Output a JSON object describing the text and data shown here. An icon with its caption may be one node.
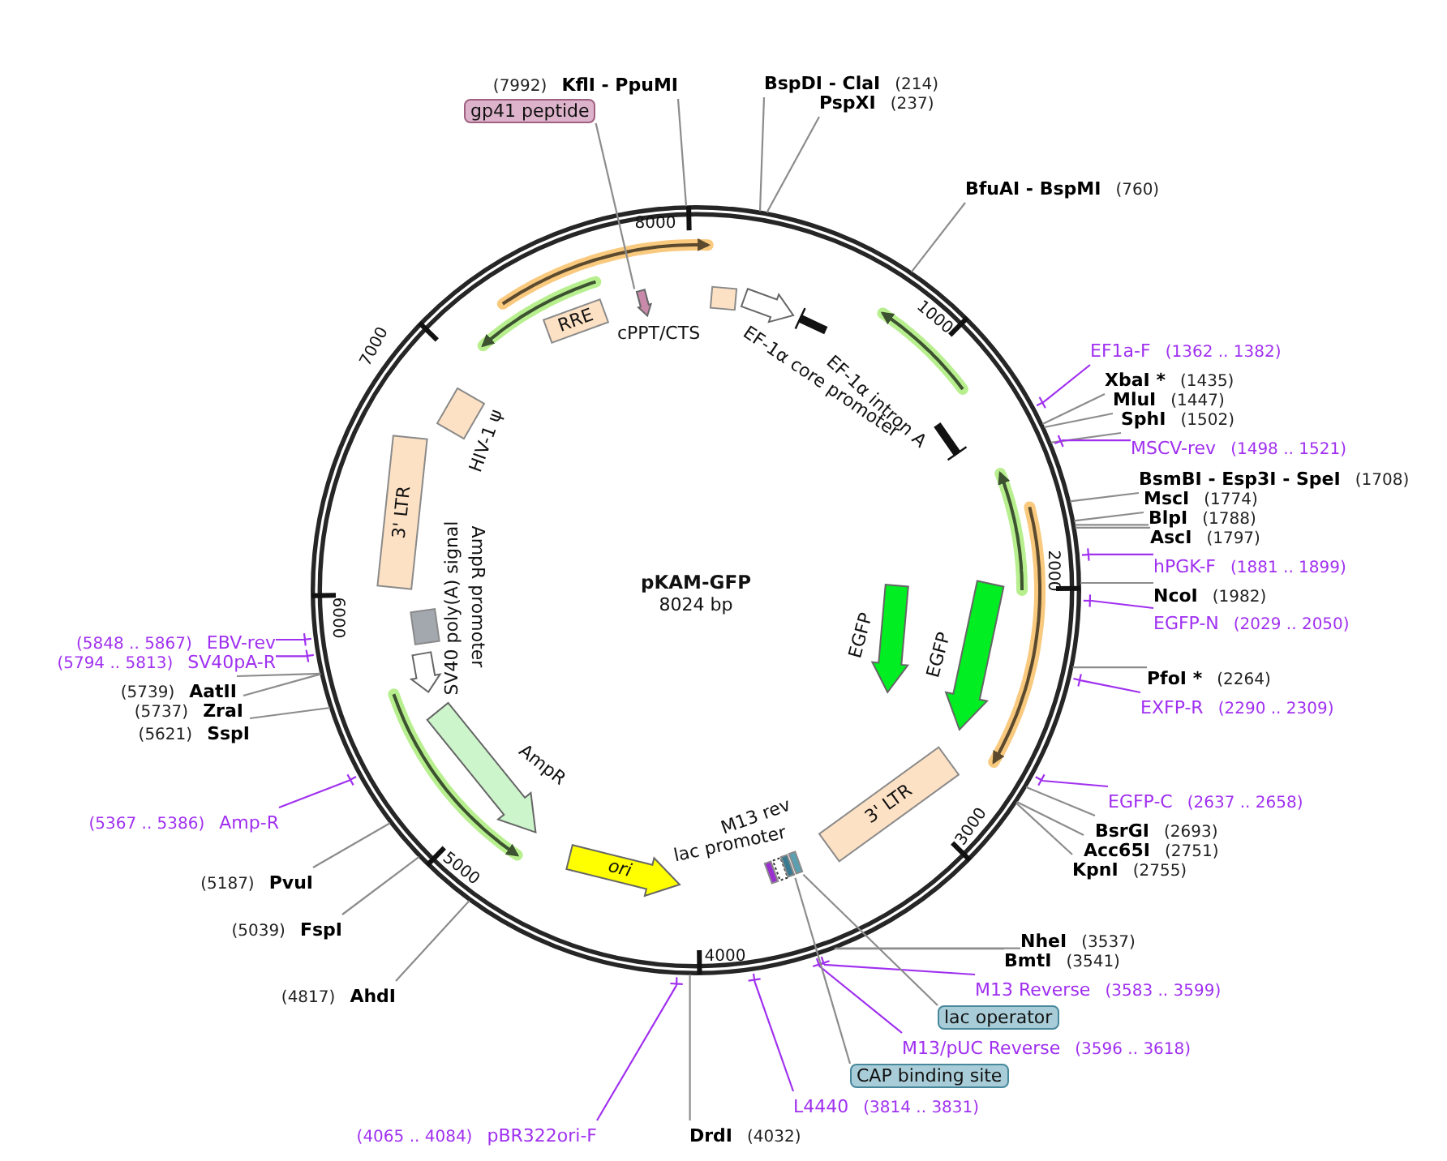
{
  "diagram": {
    "title": "pKAM-GFP",
    "nodes": [
      {
        "text": [
          "(7992)",
          "KflI - PpuMI"
        ]
      },
      {
        "text": [
          "BspDI - ClaI",
          "(214)"
        ]
      },
      {
        "text": [
          "PspXI",
          "(237)"
        ]
      },
      {
        "text": [
          "BfuAI - BspMI",
          "(760)"
        ]
      },
      {
        "text": [
          "EF1a-F",
          "(1362 .. 1382)"
        ]
      },
      {
        "text": [
          "XbaI *",
          "(1435)"
        ]
      },
      {
        "text": [
          "MluI",
          "(1447)"
        ]
      },
      {
        "text": [
          "SphI",
          "(1502)"
        ]
      },
      {
        "text": [
          "MSCV-rev",
          "(1498 .. 1521)"
        ]
      },
      {
        "text": [
          "BsmBI - Esp3I - SpeI",
          "(1708)"
        ]
      },
      {
        "text": [
          "MscI",
          "(1774)"
        ]
      },
      {
        "text": [
          "BlpI",
          "(1788)"
        ]
      },
      {
        "text": [
          "AscI",
          "(1797)"
        ]
      },
      {
        "text": [
          "hPGK-F",
          "(1881 .. 1899)"
        ]
      },
      {
        "text": [
          "NcoI",
          "(1982)"
        ]
      },
      {
        "text": [
          "EGFP-N",
          "(2029 .. 2050)"
        ]
      },
      {
        "text": [
          "PfoI *",
          "(2264)"
        ]
      },
      {
        "text": [
          "EXFP-R",
          "(2290 .. 2309)"
        ]
      },
      {
        "text": [
          "EGFP-C",
          "(2637 .. 2658)"
        ]
      },
      {
        "text": [
          "BsrGI",
          "(2693)"
        ]
      },
      {
        "text": [
          "Acc65I",
          "(2751)"
        ]
      },
      {
        "text": [
          "KpnI",
          "(2755)"
        ]
      },
      {
        "text": [
          "NheI",
          "(3537)"
        ]
      },
      {
        "text": [
          "BmtI",
          "(3541)"
        ]
      },
      {
        "text": [
          "M13 Reverse",
          "(3583 .. 3599)"
        ]
      },
      {
        "text": [
          "lac operator"
        ]
      },
      {
        "text": [
          "M13/pUC Reverse",
          "(3596 .. 3618)"
        ]
      },
      {
        "text": [
          "CAP binding site"
        ]
      },
      {
        "text": [
          "L4440",
          "(3814 .. 3831)"
        ]
      },
      {
        "text": [
          "DrdI",
          "(4032)"
        ]
      },
      {
        "text": [
          "(4065 .. 4084)",
          "pBR322ori-F"
        ]
      },
      {
        "text": [
          "(4817)",
          "AhdI"
        ]
      },
      {
        "text": [
          "(5039)",
          "FspI"
        ]
      },
      {
        "text": [
          "(5187)",
          "PvuI"
        ]
      },
      {
        "text": [
          "(5367 .. 5386)",
          "Amp-R"
        ]
      },
      {
        "text": [
          "(5621)",
          "SspI"
        ]
      },
      {
        "text": [
          "(5737)",
          "ZraI"
        ]
      },
      {
        "text": [
          "(5739)",
          "AatII"
        ]
      },
      {
        "text": [
          "(5794 .. 5813)",
          "SV40pA-R"
        ]
      },
      {
        "text": [
          "(5848 .. 5867)",
          "EBV-rev"
        ]
      },
      {
        "text": [
          "gp41 peptide"
        ]
      },
      {
        "text": [
          "RRE"
        ]
      },
      {
        "text": [],
        "shape": "arrow"
      },
      {
        "text": [],
        "shape": "box",
        "beside": [
          "cPPT/CTS"
        ]
      },
      {
        "text": [],
        "shape": "arrow",
        "beside": [
          "EF-1α core promoter"
        ]
      },
      {
        "text": [
          "EF-1α intron A"
        ]
      },
      {
        "text": [],
        "shape": "arrow",
        "beside": [
          "EGFP"
        ]
      },
      {
        "text": [],
        "shape": "arrow",
        "beside": [
          "EGFP"
        ]
      },
      {
        "text": [
          "3' LTR"
        ]
      },
      {
        "text": [],
        "shape": "box",
        "beside": [
          "M13 rev"
        ]
      },
      {
        "text": [],
        "shape": "box",
        "beside": [
          "lac promoter"
        ]
      },
      {
        "text": [],
        "shape": "box"
      },
      {
        "text": [],
        "shape": "box"
      },
      {
        "text": [
          "ori"
        ]
      },
      {
        "text": [],
        "shape": "arrow",
        "beside": [
          "AmpR"
        ]
      },
      {
        "text": [],
        "shape": "arrow",
        "beside": [
          "AmpR promoter"
        ]
      },
      {
        "text": [],
        "shape": "box",
        "beside": [
          "SV40 poly(A) signal"
        ]
      },
      {
        "text": [
          "3' LTR"
        ]
      },
      {
        "text": [],
        "shape": "box",
        "beside": [
          "HIV-1 ψ"
        ]
      }
    ],
    "edges": [
      {
        "from": 0,
        "to": null,
        "arrow": "none"
      },
      {
        "from": 1,
        "to": null,
        "arrow": "none"
      },
      {
        "from": 2,
        "to": null,
        "arrow": "none"
      },
      {
        "from": 3,
        "to": null,
        "arrow": "none"
      },
      {
        "from": 4,
        "to": null,
        "arrow": "none",
        "color": "#a030f0"
      },
      {
        "from": 5,
        "to": null,
        "arrow": "none"
      },
      {
        "from": 6,
        "to": null,
        "arrow": "none"
      },
      {
        "from": 7,
        "to": null,
        "arrow": "none"
      },
      {
        "from": 8,
        "to": null,
        "arrow": "none",
        "color": "#a030f0"
      },
      {
        "from": 9,
        "to": null,
        "arrow": "none"
      },
      {
        "from": 10,
        "to": null,
        "arrow": "none"
      },
      {
        "from": 11,
        "to": null,
        "arrow": "none"
      },
      {
        "from": 12,
        "to": null,
        "arrow": "none"
      },
      {
        "from": 13,
        "to": null,
        "arrow": "none",
        "color": "#a030f0"
      },
      {
        "from": 14,
        "to": null,
        "arrow": "none"
      },
      {
        "from": 15,
        "to": null,
        "arrow": "none",
        "color": "#a030f0"
      },
      {
        "from": 16,
        "to": null,
        "arrow": "none"
      },
      {
        "from": 17,
        "to": null,
        "arrow": "none",
        "color": "#a030f0"
      },
      {
        "from": 18,
        "to": null,
        "arrow": "none",
        "color": "#a030f0"
      },
      {
        "from": 19,
        "to": null,
        "arrow": "none"
      },
      {
        "from": 20,
        "to": null,
        "arrow": "none"
      },
      {
        "from": 21,
        "to": null,
        "arrow": "none"
      },
      {
        "from": 22,
        "to": null,
        "arrow": "none"
      },
      {
        "from": 23,
        "to": null,
        "arrow": "none"
      },
      {
        "from": 24,
        "to": null,
        "arrow": "none",
        "color": "#a030f0"
      },
      {
        "from": 25,
        "to": 52,
        "arrow": "none"
      },
      {
        "from": 26,
        "to": null,
        "arrow": "none",
        "color": "#a030f0"
      },
      {
        "from": 27,
        "to": 51,
        "arrow": "none"
      },
      {
        "from": 28,
        "to": null,
        "arrow": "none",
        "color": "#a030f0"
      },
      {
        "from": 29,
        "to": null,
        "arrow": "none"
      },
      {
        "from": 30,
        "to": null,
        "arrow": "none",
        "color": "#a030f0"
      },
      {
        "from": 31,
        "to": null,
        "arrow": "none"
      },
      {
        "from": 32,
        "to": null,
        "arrow": "none"
      },
      {
        "from": 33,
        "to": null,
        "arrow": "none"
      },
      {
        "from": 34,
        "to": null,
        "arrow": "none",
        "color": "#a030f0"
      },
      {
        "from": 35,
        "to": null,
        "arrow": "none"
      },
      {
        "from": 36,
        "to": null,
        "arrow": "none"
      },
      {
        "from": 37,
        "to": null,
        "arrow": "none"
      },
      {
        "from": 38,
        "to": null,
        "arrow": "none",
        "color": "#a030f0"
      },
      {
        "from": 39,
        "to": null,
        "arrow": "none",
        "color": "#a030f0"
      },
      {
        "from": 40,
        "to": 42,
        "arrow": "none"
      }
    ],
    "labels": [
      "8024 bp",
      "8000",
      "1000",
      "2000",
      "3000",
      "4000",
      "5000",
      "6000",
      "7000"
    ]
  }
}
